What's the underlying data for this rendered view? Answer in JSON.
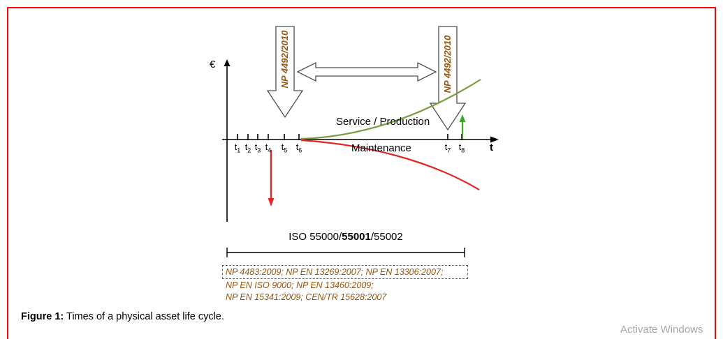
{
  "colors": {
    "border": "#ff0000",
    "brown": "#9a530d",
    "green": "#7a9b3d",
    "green_bright": "#3fa32e",
    "red": "#e12726",
    "gray_outline": "#4d4d4d",
    "watermark": "#a6a6a6"
  },
  "axes": {
    "y_label": "€",
    "x_label": "t"
  },
  "ticks": [
    {
      "base": "t",
      "sub": "1"
    },
    {
      "base": "t",
      "sub": "2"
    },
    {
      "base": "t",
      "sub": "3"
    },
    {
      "base": "t",
      "sub": "4"
    },
    {
      "base": "t",
      "sub": "5"
    },
    {
      "base": "t",
      "sub": "6"
    },
    {
      "base": "t",
      "sub": "7"
    },
    {
      "base": "t",
      "sub": "8"
    }
  ],
  "np_arrows": {
    "label_1": "NP 4492/2010",
    "label_2": "NP 4492/2010"
  },
  "curves": {
    "service_label": "Service / Production",
    "maintenance_label": "Maintenance"
  },
  "iso": {
    "prefix": "ISO 55000/",
    "bold": "55001",
    "suffix": "/55002"
  },
  "standards": {
    "line1": "NP 4483:2009; NP EN 13269:2007; NP EN 13306:2007;",
    "line2": "NP EN ISO 9000; NP EN 13460:2009;",
    "line3": "NP EN 15341:2009; CEN/TR 15628:2007"
  },
  "caption": {
    "label": "Figure 1:",
    "text": " Times of a physical asset life cycle."
  },
  "watermark": "Activate Windows"
}
